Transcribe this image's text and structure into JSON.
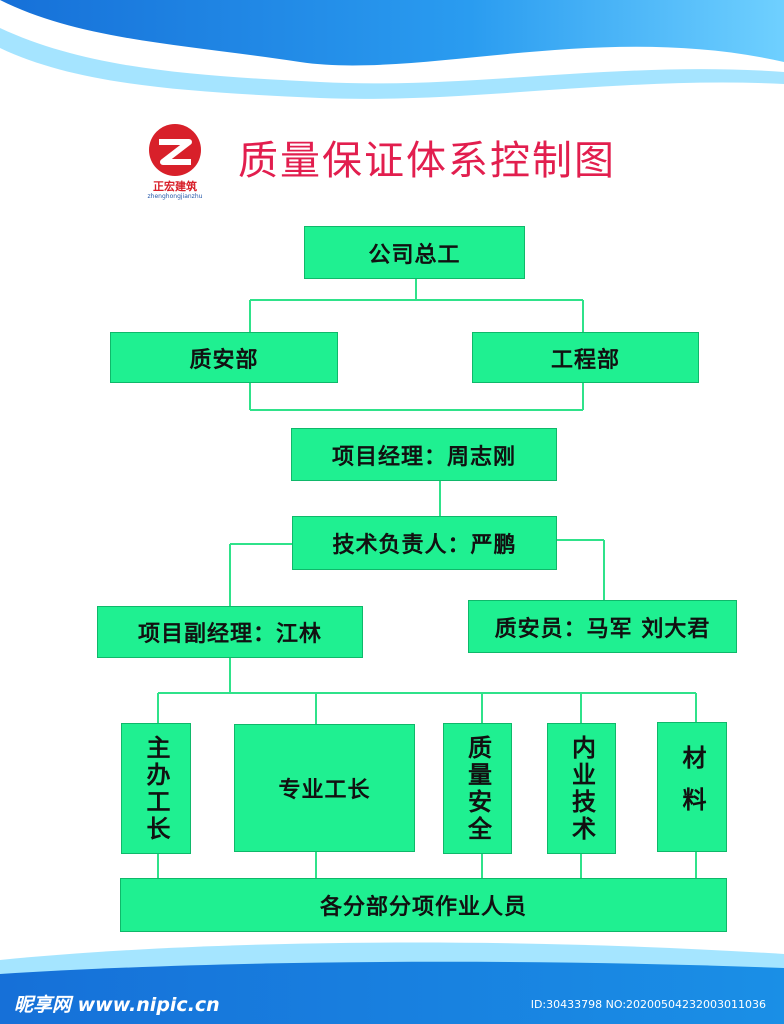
{
  "title": "质量保证体系控制图",
  "logo": {
    "name": "正宏建筑",
    "pinyin": "zhenghongjianzhu"
  },
  "chart": {
    "ceo": "公司总工",
    "quality_dept": "质安部",
    "engineering_dept": "工程部",
    "project_manager": "项目经理：周志刚",
    "tech_lead": "技术负责人：严鹏",
    "deputy_manager": "项目副经理：江林",
    "safety_officer": "质安员：马军 刘大君",
    "chief_foreman": "主办工长",
    "specialist_foreman": "专业工长",
    "quality_safety": "质量安全",
    "internal_tech": "内业技术",
    "materials": "材料",
    "workers": "各分部分项作业人员"
  },
  "footer": {
    "site": "昵享网 www.nipic.cn",
    "id": "ID:30433798 NO:20200504232003011036"
  },
  "colors": {
    "box": "#1ff091",
    "line": "#2fe28a",
    "title": "#e21e4e",
    "wave": "#1a8fe6"
  }
}
